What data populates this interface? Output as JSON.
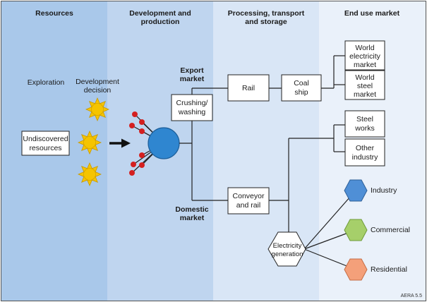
{
  "columns": [
    {
      "title_line1": "Resources",
      "title_line2": ""
    },
    {
      "title_line1": "Development and",
      "title_line2": "production"
    },
    {
      "title_line1": "Processing, transport",
      "title_line2": "and storage"
    },
    {
      "title_line1": "End use market",
      "title_line2": ""
    }
  ],
  "resources": {
    "exploration": "Exploration",
    "development_decision_1": "Development",
    "development_decision_2": "decision",
    "undiscovered_1": "Undiscovered",
    "undiscovered_2": "resources"
  },
  "production": {
    "export_market_1": "Export",
    "export_market_2": "market",
    "crushing_1": "Crushing/",
    "crushing_2": "washing",
    "domestic_market_1": "Domestic",
    "domestic_market_2": "market"
  },
  "processing": {
    "rail": "Rail",
    "coal_ship_1": "Coal",
    "coal_ship_2": "ship",
    "conveyor_1": "Conveyor",
    "conveyor_2": "and rail",
    "electricity_1": "Electricity",
    "electricity_2": "generation"
  },
  "end_use": {
    "world_electricity_1": "World",
    "world_electricity_2": "electricity",
    "world_electricity_3": "market",
    "world_steel_1": "World",
    "world_steel_2": "steel",
    "world_steel_3": "market",
    "steel_works_1": "Steel",
    "steel_works_2": "works",
    "other_industry_1": "Other",
    "other_industry_2": "industry",
    "industry": "Industry",
    "commercial": "Commercial",
    "residential": "Residential"
  },
  "footer": {
    "code": "AERA 5.5"
  },
  "colors": {
    "col_resources": "#a9c8ea",
    "col_development": "#bfd5ef",
    "col_processing": "#d9e6f6",
    "col_enduse": "#eaf1fa",
    "sun": "#f5c400",
    "sun_edge": "#c99a00",
    "dot": "#d42020",
    "hub": "#2f86d0",
    "industry_hex": "#4f8fd6",
    "commercial_hex": "#a6cf6a",
    "residential_hex": "#f4a07a"
  }
}
